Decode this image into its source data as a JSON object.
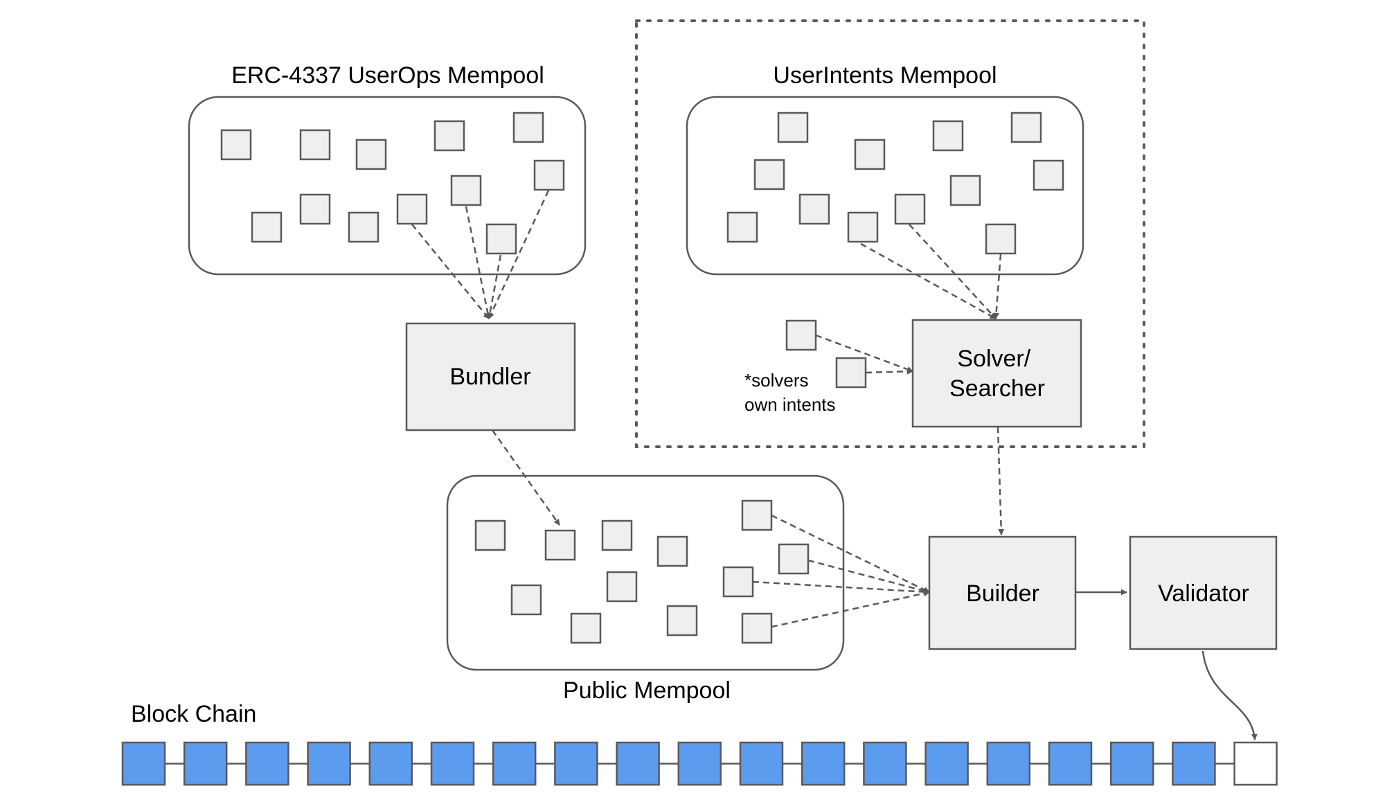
{
  "diagram": {
    "userops_mempool_label": "ERC-4337 UserOps Mempool",
    "userintents_mempool_label": "UserIntents Mempool",
    "public_mempool_label": "Public Mempool",
    "blockchain_label": "Block Chain",
    "bundler_label": "Bundler",
    "solver_label_line1": "Solver/",
    "solver_label_line2": "Searcher",
    "builder_label": "Builder",
    "validator_label": "Validator",
    "solver_note_line1": "*solvers",
    "solver_note_line2": "own intents",
    "chain_confirmed_blocks": 18,
    "chain_pending_blocks": 1
  },
  "colors": {
    "tx_fill": "#efefef",
    "box_fill": "#efefef",
    "stroke": "#595959",
    "block_fill": "#5c9cef",
    "pending_block_fill": "#ffffff",
    "line": "#595959"
  }
}
